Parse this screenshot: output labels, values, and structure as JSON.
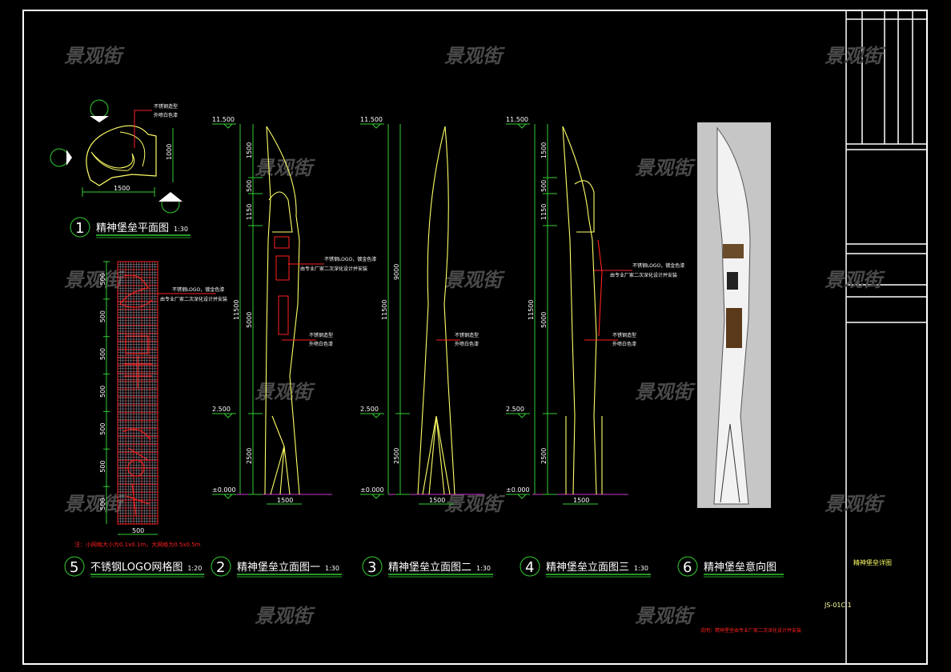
{
  "watermark": "景观街",
  "colors": {
    "outline": "#ffff66",
    "dim": "#33cc33",
    "leader": "#ff2020",
    "frame": "#ffffff",
    "grid_major": "#ff2020",
    "grid_minor": "#9a9aa8",
    "ground": "#cc33cc"
  },
  "annotations": {
    "steel_shape_1": "不锈钢造型",
    "steel_shape_2": "外喷白色漆",
    "logo_1": "不锈钢LOGO，镀金色漆",
    "logo_2": "由专业厂家二次深化设计并安装"
  },
  "levels": {
    "top": "11.500",
    "mid": "2.500",
    "ground": "±0.000"
  },
  "plan": {
    "width_dim": "1500",
    "height_dim": "1000"
  },
  "elev1": {
    "dims": [
      "1500",
      "500",
      "1150",
      "5000",
      "2500"
    ],
    "total": "11500",
    "base": "1500"
  },
  "elev2": {
    "dims": [
      "9000",
      "2500"
    ],
    "total": "11500",
    "base": "1500"
  },
  "elev3": {
    "dims": [
      "1500",
      "500",
      "1150",
      "5000",
      "2500"
    ],
    "total": "11500",
    "base": "1500"
  },
  "grid": {
    "dims": [
      "500",
      "500",
      "500",
      "500",
      "500",
      "500",
      "500"
    ],
    "width": "500",
    "note": "注：小网格大小为0.1x0.1m，大网格为0.5x0.5m"
  },
  "titles": [
    {
      "num": "1",
      "text": "精神堡垒平面图",
      "scale": "1:30"
    },
    {
      "num": "5",
      "text": "不锈钢LOGO网格图",
      "scale": "1:20"
    },
    {
      "num": "2",
      "text": "精神堡垒立面图一",
      "scale": "1:30"
    },
    {
      "num": "3",
      "text": "精神堡垒立面图二",
      "scale": "1:30"
    },
    {
      "num": "4",
      "text": "精神堡垒立面图三",
      "scale": "1:30"
    },
    {
      "num": "6",
      "text": "精神堡垒意向图",
      "scale": ""
    }
  ],
  "title_block": {
    "drawing_name": "精神堡垒详图",
    "drawing_no": "JS-01C.1"
  },
  "footnote": "说明：精神堡垒由专业厂家二次深化设计并安装"
}
